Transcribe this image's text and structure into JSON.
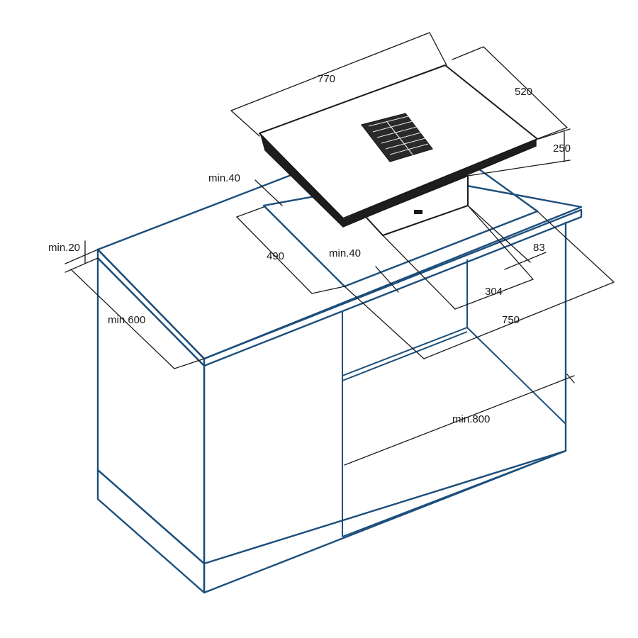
{
  "diagram": {
    "colors": {
      "cabinet": "#1c4f7c",
      "hob": "#1a1a1a",
      "dimension": "#1a1a1a",
      "background": "#ffffff"
    },
    "dimensions": {
      "hob_width": "770",
      "hob_depth": "520",
      "hob_height": "250",
      "cutout_side_min": "min.40",
      "cutout_depth": "490",
      "cutout_front_min": "min.40",
      "offset_83": "83",
      "offset_304": "304",
      "cutout_width": "750",
      "worktop_min": "min.20",
      "cabinet_depth_min": "min.600",
      "cabinet_width_min": "min.800"
    }
  }
}
